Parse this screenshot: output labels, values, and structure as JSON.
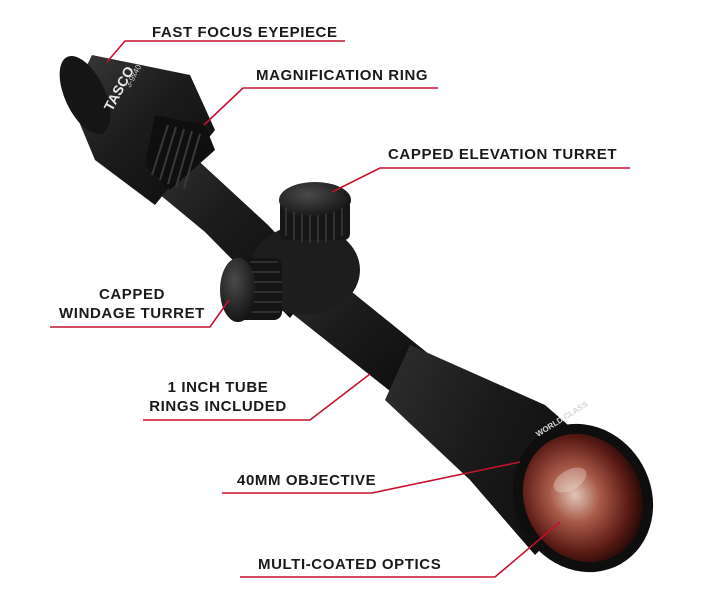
{
  "colors": {
    "accent": "#c8102e",
    "text": "#1a1a1a",
    "scope_body": "#1c1c1c",
    "lens": "#8a2a22"
  },
  "scope": {
    "brand_text": "TASCO",
    "power_text": "3-9x40",
    "objective_text": "WORLD CLASS"
  },
  "callouts": [
    {
      "id": "fast-focus-eyepiece",
      "lines": [
        "FAST FOCUS EYEPIECE"
      ]
    },
    {
      "id": "magnification-ring",
      "lines": [
        "MAGNIFICATION RING"
      ]
    },
    {
      "id": "capped-elevation-turret",
      "lines": [
        "CAPPED ELEVATION TURRET"
      ]
    },
    {
      "id": "capped-windage-turret",
      "lines": [
        "CAPPED",
        "WINDAGE TURRET"
      ]
    },
    {
      "id": "one-inch-tube",
      "lines": [
        "1 INCH TUBE",
        "RINGS INCLUDED"
      ]
    },
    {
      "id": "objective-40mm",
      "lines": [
        "40MM OBJECTIVE"
      ]
    },
    {
      "id": "multi-coated-optics",
      "lines": [
        "MULTI-COATED OPTICS"
      ]
    }
  ]
}
